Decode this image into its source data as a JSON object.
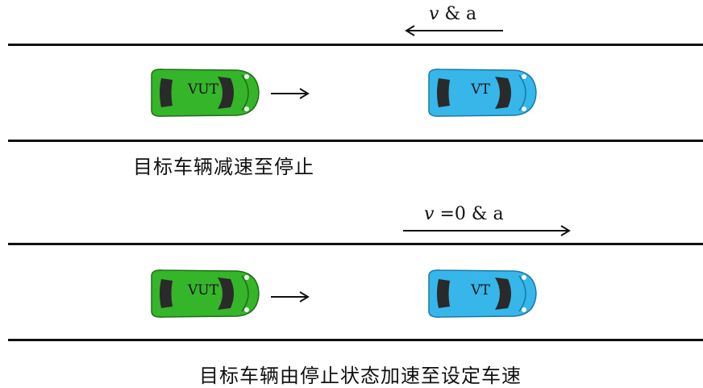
{
  "scenarios": [
    {
      "motion": {
        "symbol": "v",
        "rest": "& a"
      },
      "vut_label": "VUT",
      "vt_label": "VT",
      "caption": "目标车辆减速至停止"
    },
    {
      "motion": {
        "symbol": "v",
        "rest": "=0 & a"
      },
      "vut_label": "VUT",
      "vt_label": "VT",
      "caption": "目标车辆由停止状态加速至设定车速"
    }
  ],
  "colors": {
    "vut_body": "#35b52a",
    "vt_body": "#37b6ea",
    "line": "#111111"
  }
}
